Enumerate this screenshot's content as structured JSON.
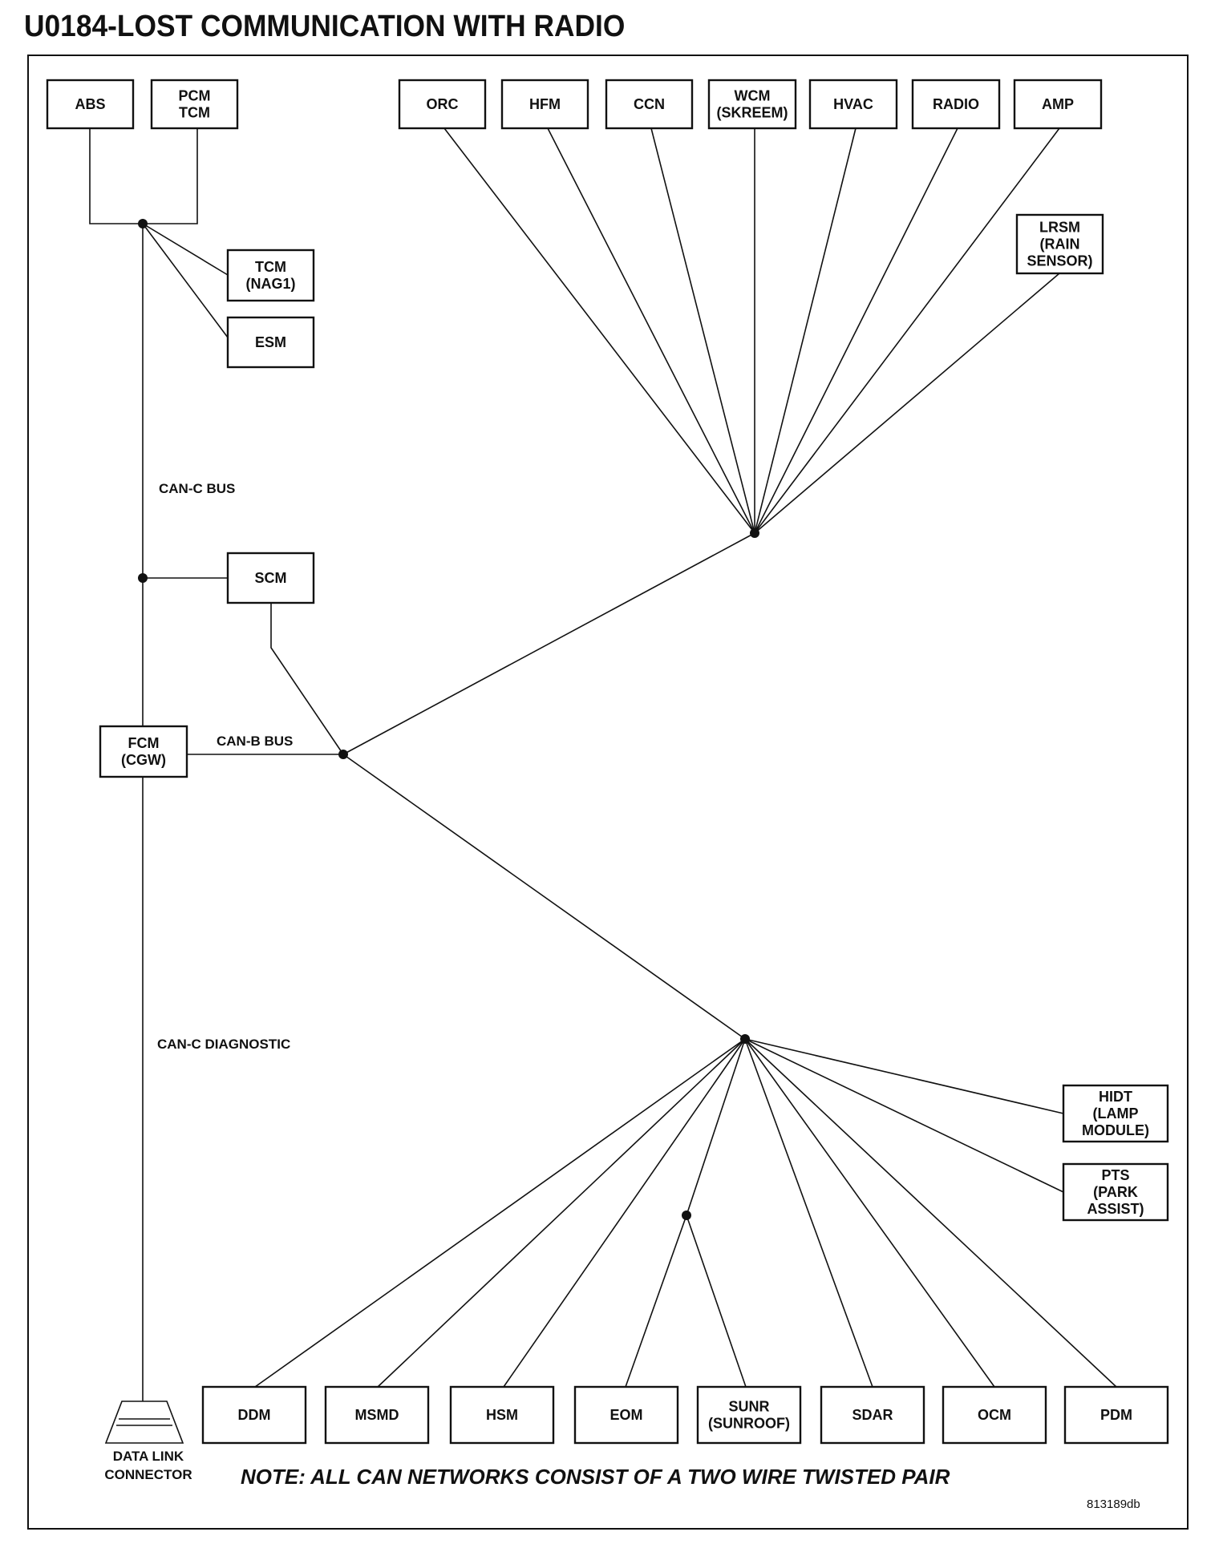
{
  "title": "U0184-LOST COMMUNICATION WITH RADIO",
  "modules": {
    "abs": [
      "ABS"
    ],
    "pcm_tcm": [
      "PCM",
      "TCM"
    ],
    "tcm_nag1": [
      "TCM",
      "(NAG1)"
    ],
    "esm": [
      "ESM"
    ],
    "scm": [
      "SCM"
    ],
    "fcm": [
      "FCM",
      "(CGW)"
    ],
    "orc": [
      "ORC"
    ],
    "hfm": [
      "HFM"
    ],
    "ccn": [
      "CCN"
    ],
    "wcm": [
      "WCM",
      "(SKREEM)"
    ],
    "hvac": [
      "HVAC"
    ],
    "radio": [
      "RADIO"
    ],
    "amp": [
      "AMP"
    ],
    "lrsm": [
      "LRSM",
      "(RAIN",
      "SENSOR)"
    ],
    "hidt": [
      "HIDT",
      "(LAMP",
      "MODULE)"
    ],
    "pts": [
      "PTS",
      "(PARK",
      "ASSIST)"
    ],
    "ddm": [
      "DDM"
    ],
    "msmd": [
      "MSMD"
    ],
    "hsm": [
      "HSM"
    ],
    "eom": [
      "EOM"
    ],
    "sunr": [
      "SUNR",
      "(SUNROOF)"
    ],
    "sdar": [
      "SDAR"
    ],
    "ocm": [
      "OCM"
    ],
    "pdm": [
      "PDM"
    ]
  },
  "labels": {
    "can_c_bus": "CAN-C BUS",
    "can_b_bus": "CAN-B BUS",
    "can_c_diagnostic": "CAN-C DIAGNOSTIC",
    "dlc_line1": "DATA LINK",
    "dlc_line2": "CONNECTOR"
  },
  "note": "NOTE: ALL CAN NETWORKS CONSIST OF A TWO WIRE TWISTED PAIR",
  "figure_id": "813189db"
}
